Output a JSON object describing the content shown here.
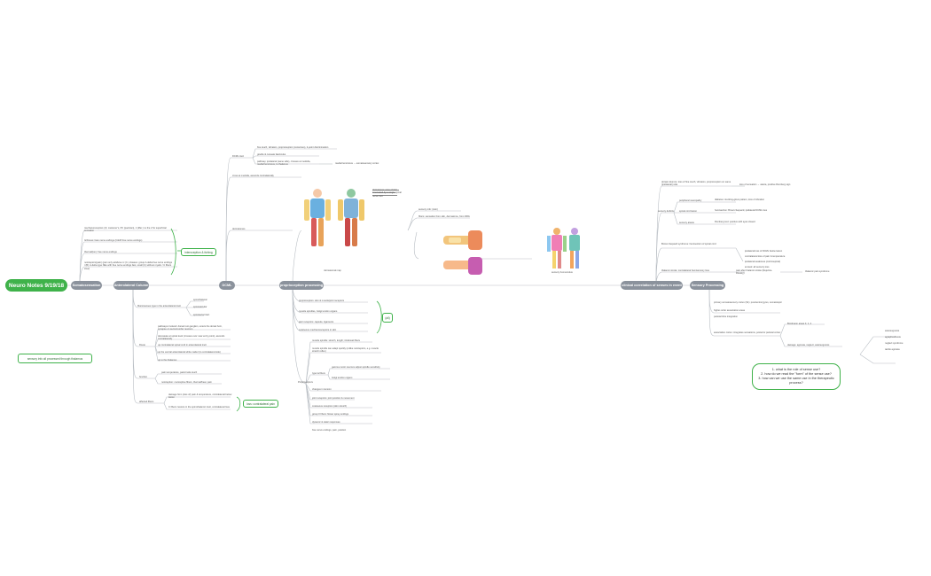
{
  "mindmap": {
    "root": "Neuro Notes 9/19/18",
    "free_note": "sensory info all processed through thalamus",
    "branches": {
      "somatosensation": "Somatosensation",
      "anterolateral": "Anterolateral Column",
      "dcml": "DCML",
      "proprioception": "proprioception processing",
      "clinical": "clinical correlation of senses in event",
      "sensory_processing": "Sensory Processing"
    },
    "somato_notes": [
      "mechanoreceptors (4): meissner's, PC (pacinian), 1 (Mer.) vs the 2 for superficial sensation",
      "Itchiness: bare nerve endings (C&A5 free nerve endings)",
      "thermal(ion): free nerve endings",
      "nociceptors(pain) (pain only at/above rc (C-) classes: group A-delta free nerve endings / (B): A-delta type NEs with free nerve endings fast, small (C) without myelin / C fibers slow)"
    ],
    "interoception_box": "interoception & itching",
    "antero_notes": {
      "sensory_types": "fibers/senses type in the anterolateral tract",
      "sensory_items": [
        "spinothalamic",
        "spinoreticular",
        "spinotectal tract"
      ],
      "route": "Route",
      "route_items": [
        "pathways involved: dorsal root ganglion, enters the dorsal horn, synapse on second-order neurons",
        "decussate at spinal level (crosses over near entry point), ascends contralaterally",
        "up contralateral spinal cord in anterolateral tract",
        "up the ventral anterolateral white matter (to contralateral side)",
        "up to the thalamus"
      ],
      "function": "function",
      "function_items": [
        "pain temperature, pain/crude touch",
        "nociception: nociceptive fibers, thermal/heat, pain"
      ],
      "affected": "affected fibers",
      "affected_items": [
        "damage from (loss of) pain & temperature, contralateral below lesion",
        "C fibers: lesions in the spinothalamic tract, contralateral loss"
      ],
      "cross_box": "loss: contralateral pain"
    },
    "dcml_notes": {
      "dcml_top": "DCML tract",
      "dcml_items": [
        "fine touch, vibration, proprioception (conscious), 2-point discrimination",
        "gracile & cuneate fasciculus",
        "pathway: ipsilateral (same side), crosses at medulla, medial lemniscus, to thalamus"
      ],
      "dcml_side": "medial lemniscus → somatosensory cortex",
      "dcml_mid": "cross at medulla, ascends contralaterally",
      "dermatomes": "dermatomes",
      "dermatome_caption": "dermatomal map",
      "dermatome_desc": "dermatome: area of skin innervated by a single spinal nerve root"
    },
    "proprio_notes": {
      "top_items": [
        "sensory info: (skin)",
        "fibers: sensation from skin, dermatome, from DRG"
      ],
      "map_caption": "sensory homunculus",
      "mid_items": [
        "proprioceptors: skin & muscle/joint receptors",
        "muscle spindles, Golgi tendon organs",
        "joint receptors: capsule, ligaments",
        "cutaneous mechanoreceptors in skin"
      ],
      "center_box": "(all)",
      "neuro_label": "Proprioceptors",
      "neuro_items": [
        "muscle spindle: stretch, length; intrafusal fibers",
        "muscle spindle can adapt quickly (unlike nociceptors, e.g. muscle stretch reflex)",
        "type Ia fibers",
        "gamma motor neurons adjust spindle sensitivity",
        "Golgi tendon organs",
        "changes in tension",
        "joint receptors: joint position & movement",
        "cutaneous receptors (skin stretch)",
        "group II fibers: flower spray endings",
        "dynamic & static responses",
        "free nerve endings, pain, position"
      ]
    },
    "clinical_notes": {
      "top": "dorsal columns: loss of fine touch, vibration, proprioception on same (ipsilateral) side",
      "top_side": "loss of sensation → ataxia, positive Romberg sign",
      "sensory_deficits": "sensory deficits",
      "deficits": [
        "peripheral neuropathy",
        "spinal cord lesion",
        "sensory ataxia"
      ],
      "deficit_sides": [
        "diabetes: stocking-glove pattern, loss of vibration",
        "hemisection: Brown-Sequard, ipsilateral DCML loss",
        "Romberg test: positive with eyes closed"
      ],
      "brown": "Brown-Sequard syndrome: hemisection of spinal cord",
      "brown_side": [
        "ipsilateral loss of DCML below lesion",
        "contralateral loss of pain & temperature",
        "ipsilateral weakness (corticospinal)",
        "at level: all sensory loss"
      ],
      "thalamic": "thalamic stroke: contralateral hemisensory loss",
      "thalamic_side": "pain after thalamic stroke (Dejerine-Roussy)",
      "thalamic_far": "thalamic pain syndrome"
    },
    "sensory_proc_notes": {
      "items": [
        "primary somatosensory cortex (S1): postcentral gyrus, somatotopic",
        "higher-order association areas",
        "parietal lobe integration"
      ],
      "cortex": "association cortex: integrates sensations, posterior parietal cortex",
      "cortex_side": "Brodmann areas 3, 1, 2",
      "lesions": "damage: agnosia, neglect, astereognosis",
      "lesions_side": [
        "astereognosis",
        "agraphesthesia",
        "neglect syndrome",
        "tactile agnosia"
      ]
    },
    "questions": [
      "1. what is the role of sense use?",
      "2. how do we read the \"form\" of the sense use?",
      "3. how can we use the same use in the therapeutic process?"
    ]
  },
  "colors": {
    "root": "#3fb24a",
    "pill": "#8b929c",
    "wire": "#b9bec4",
    "green_wire": "#3fb24a"
  }
}
